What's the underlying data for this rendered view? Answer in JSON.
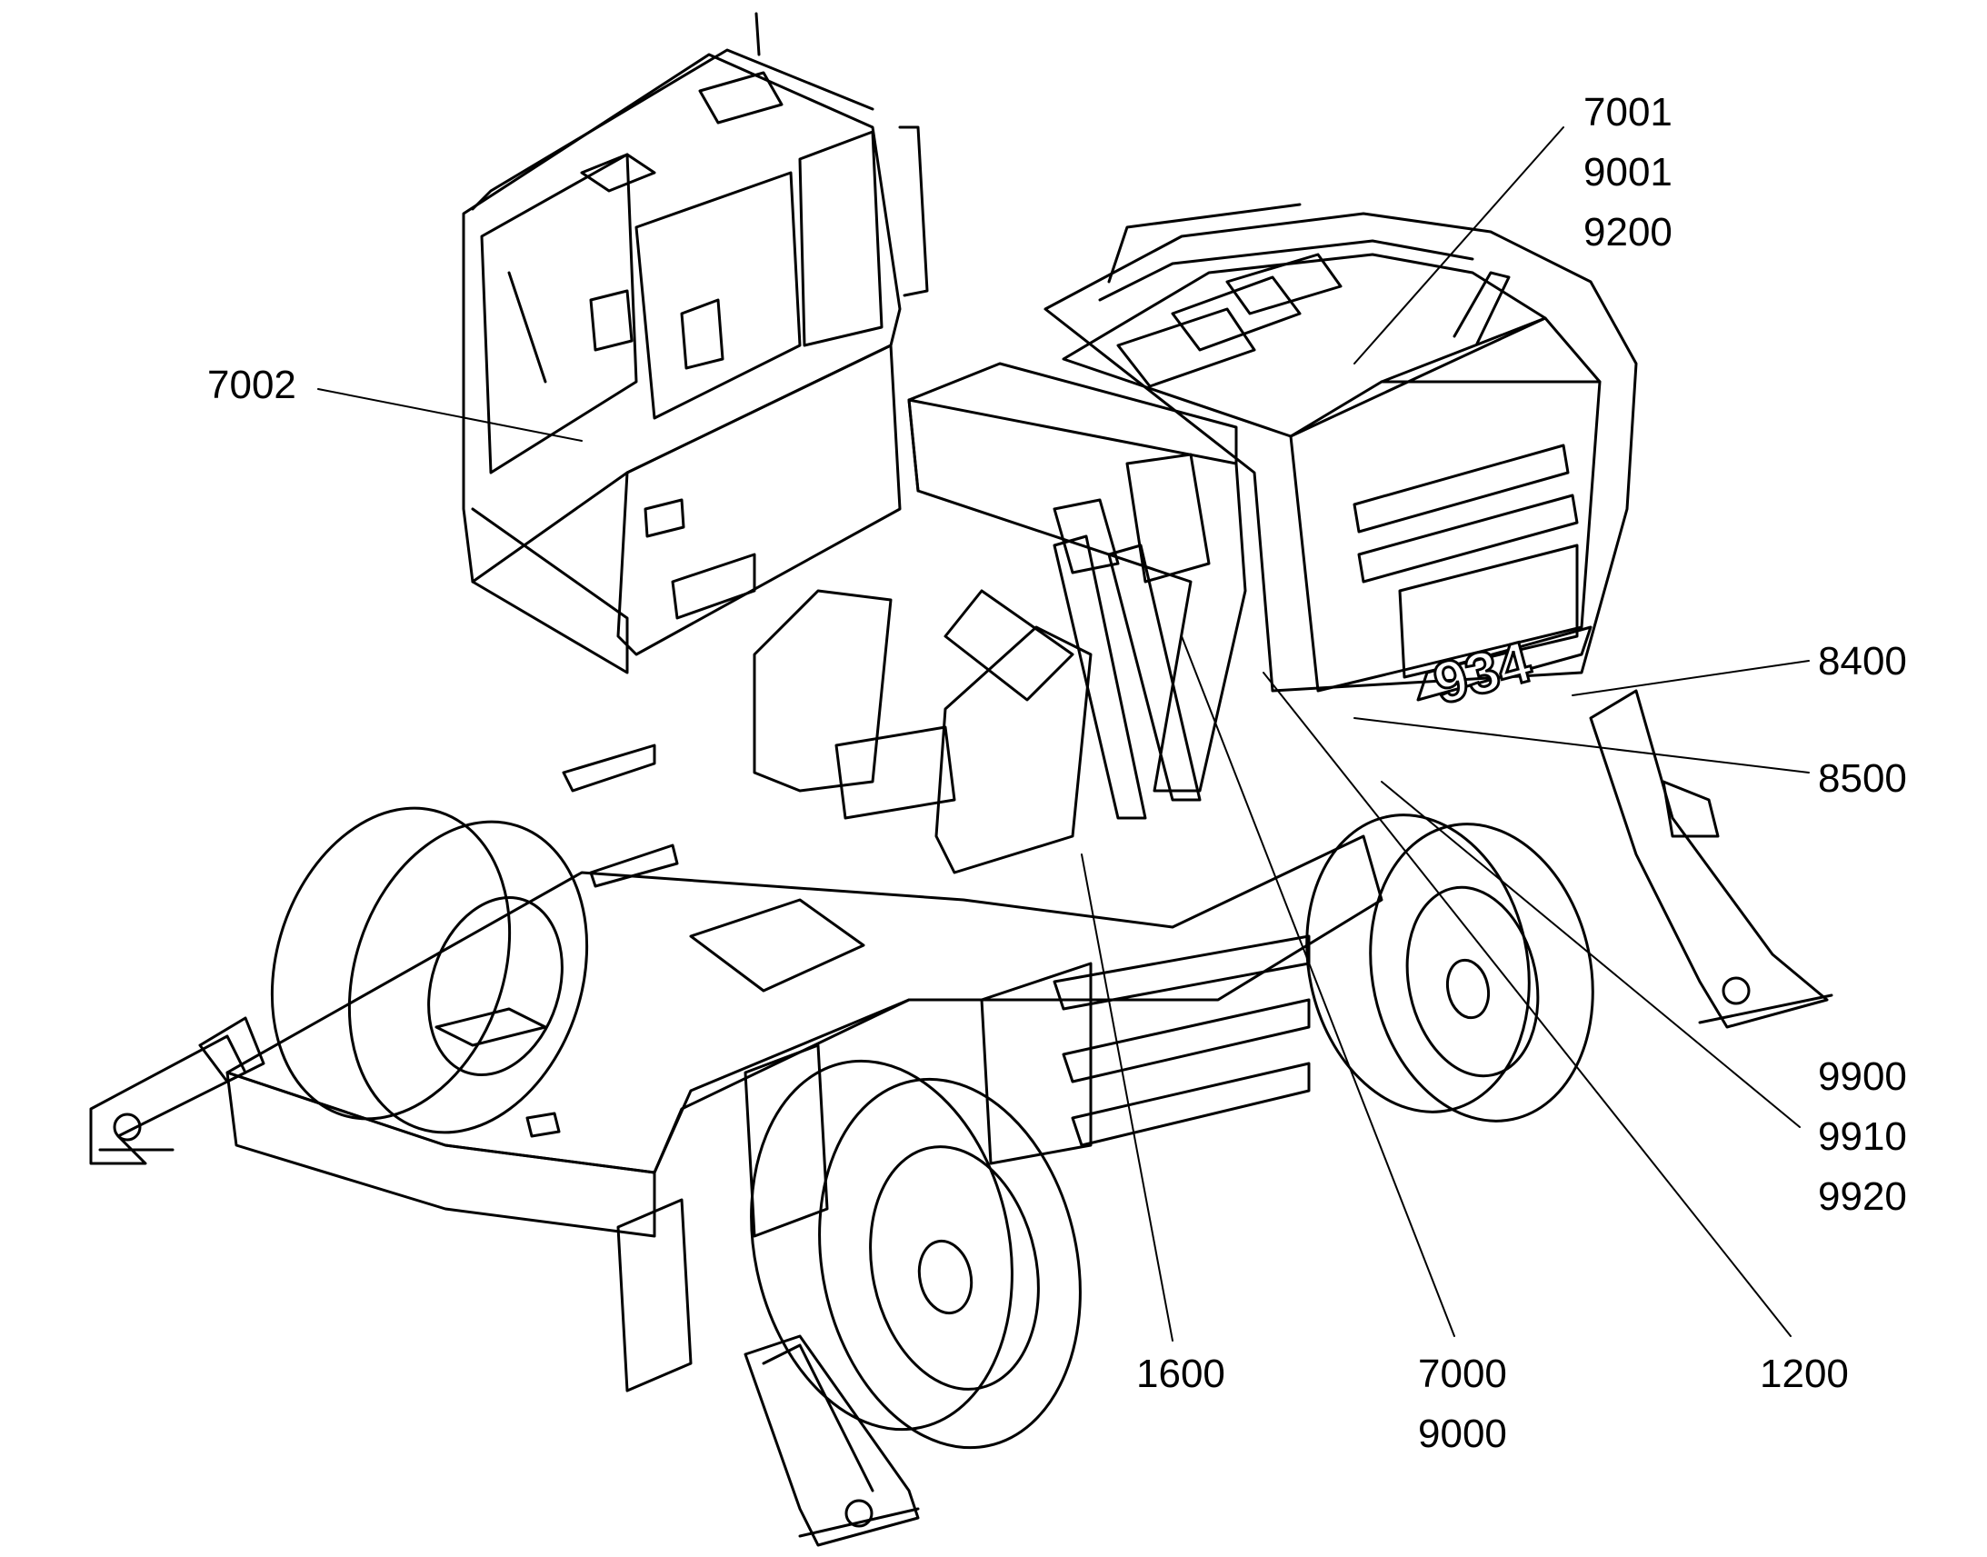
{
  "diagram": {
    "model_badge": "934",
    "callouts": [
      {
        "id": "c-7001",
        "numbers": [
          "7001",
          "9001",
          "9200"
        ]
      },
      {
        "id": "c-7002",
        "numbers": [
          "7002"
        ]
      },
      {
        "id": "c-8400",
        "numbers": [
          "8400"
        ]
      },
      {
        "id": "c-8500",
        "numbers": [
          "8500"
        ]
      },
      {
        "id": "c-9900",
        "numbers": [
          "9900",
          "9910",
          "9920"
        ]
      },
      {
        "id": "c-1600",
        "numbers": [
          "1600"
        ]
      },
      {
        "id": "c-7000",
        "numbers": [
          "7000",
          "9000"
        ]
      },
      {
        "id": "c-1200",
        "numbers": [
          "1200"
        ]
      }
    ]
  }
}
